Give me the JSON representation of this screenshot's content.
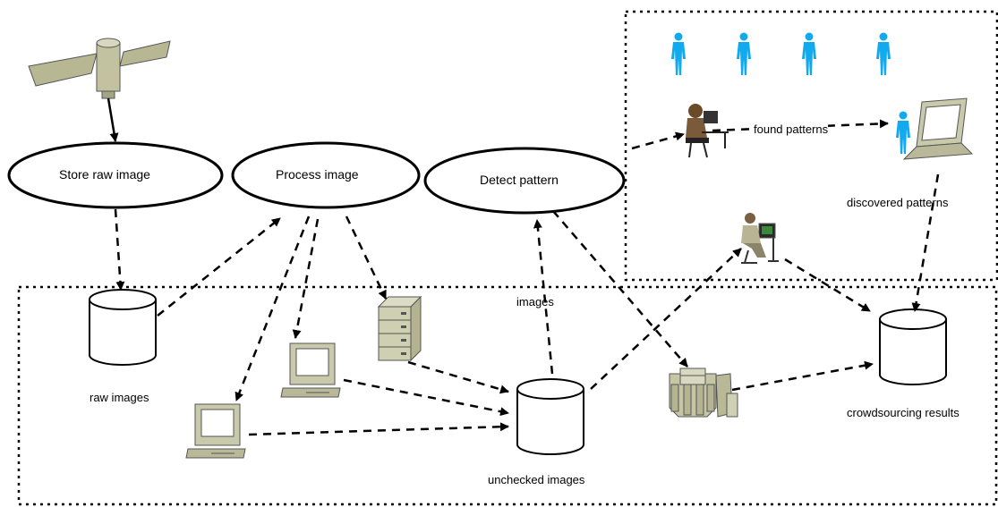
{
  "processes": {
    "store": "Store raw image",
    "process": "Process image",
    "detect": "Detect pattern"
  },
  "stores": {
    "raw": "raw images",
    "unchecked": "unchecked images",
    "results": "crowdsourcing results"
  },
  "edges": {
    "images": "images",
    "found": "found patterns",
    "discovered": "discovered patterns"
  },
  "icons": {
    "satellite": "satellite-icon",
    "server": "server-rack-icon",
    "workstation": "desktop-computer-icon",
    "supercomputer": "supercomputer-icon",
    "operator": "operator-at-desk-icon",
    "crowd": "person-icon",
    "laptop": "laptop-icon"
  },
  "colors": {
    "crowd": "#11aaee",
    "equipment": "#c8c8a8"
  }
}
